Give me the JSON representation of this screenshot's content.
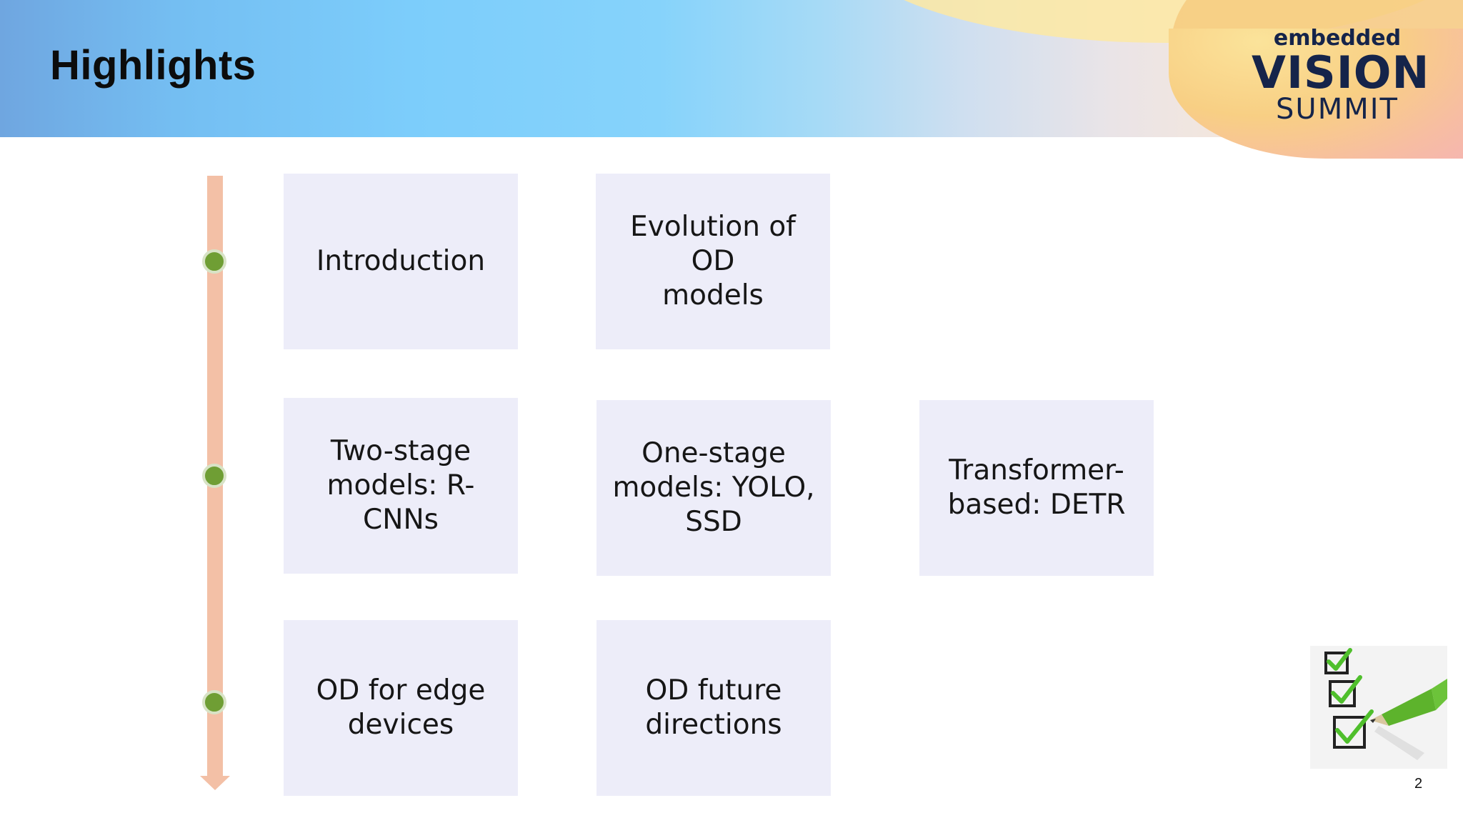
{
  "slide": {
    "title": "Highlights",
    "page_number": "2"
  },
  "logo": {
    "line1": "embedded",
    "line2": "VISION",
    "line3": "SUMMIT"
  },
  "boxes": [
    {
      "text": "Introduction"
    },
    {
      "text": "Evolution of OD\nmodels"
    },
    {
      "text": "Two-stage\nmodels: R-CNNs"
    },
    {
      "text": "One-stage\nmodels: YOLO,\nSSD"
    },
    {
      "text": "Transformer-\nbased: DETR"
    },
    {
      "text": "OD for edge\ndevices"
    },
    {
      "text": "OD future\ndirections"
    }
  ],
  "colors": {
    "timeline": "#f3c0a6",
    "dot": "#6f9e34",
    "box": "#ededf9",
    "logo_text": "#15244a"
  },
  "icons": {
    "checklist": "checklist-icon"
  }
}
